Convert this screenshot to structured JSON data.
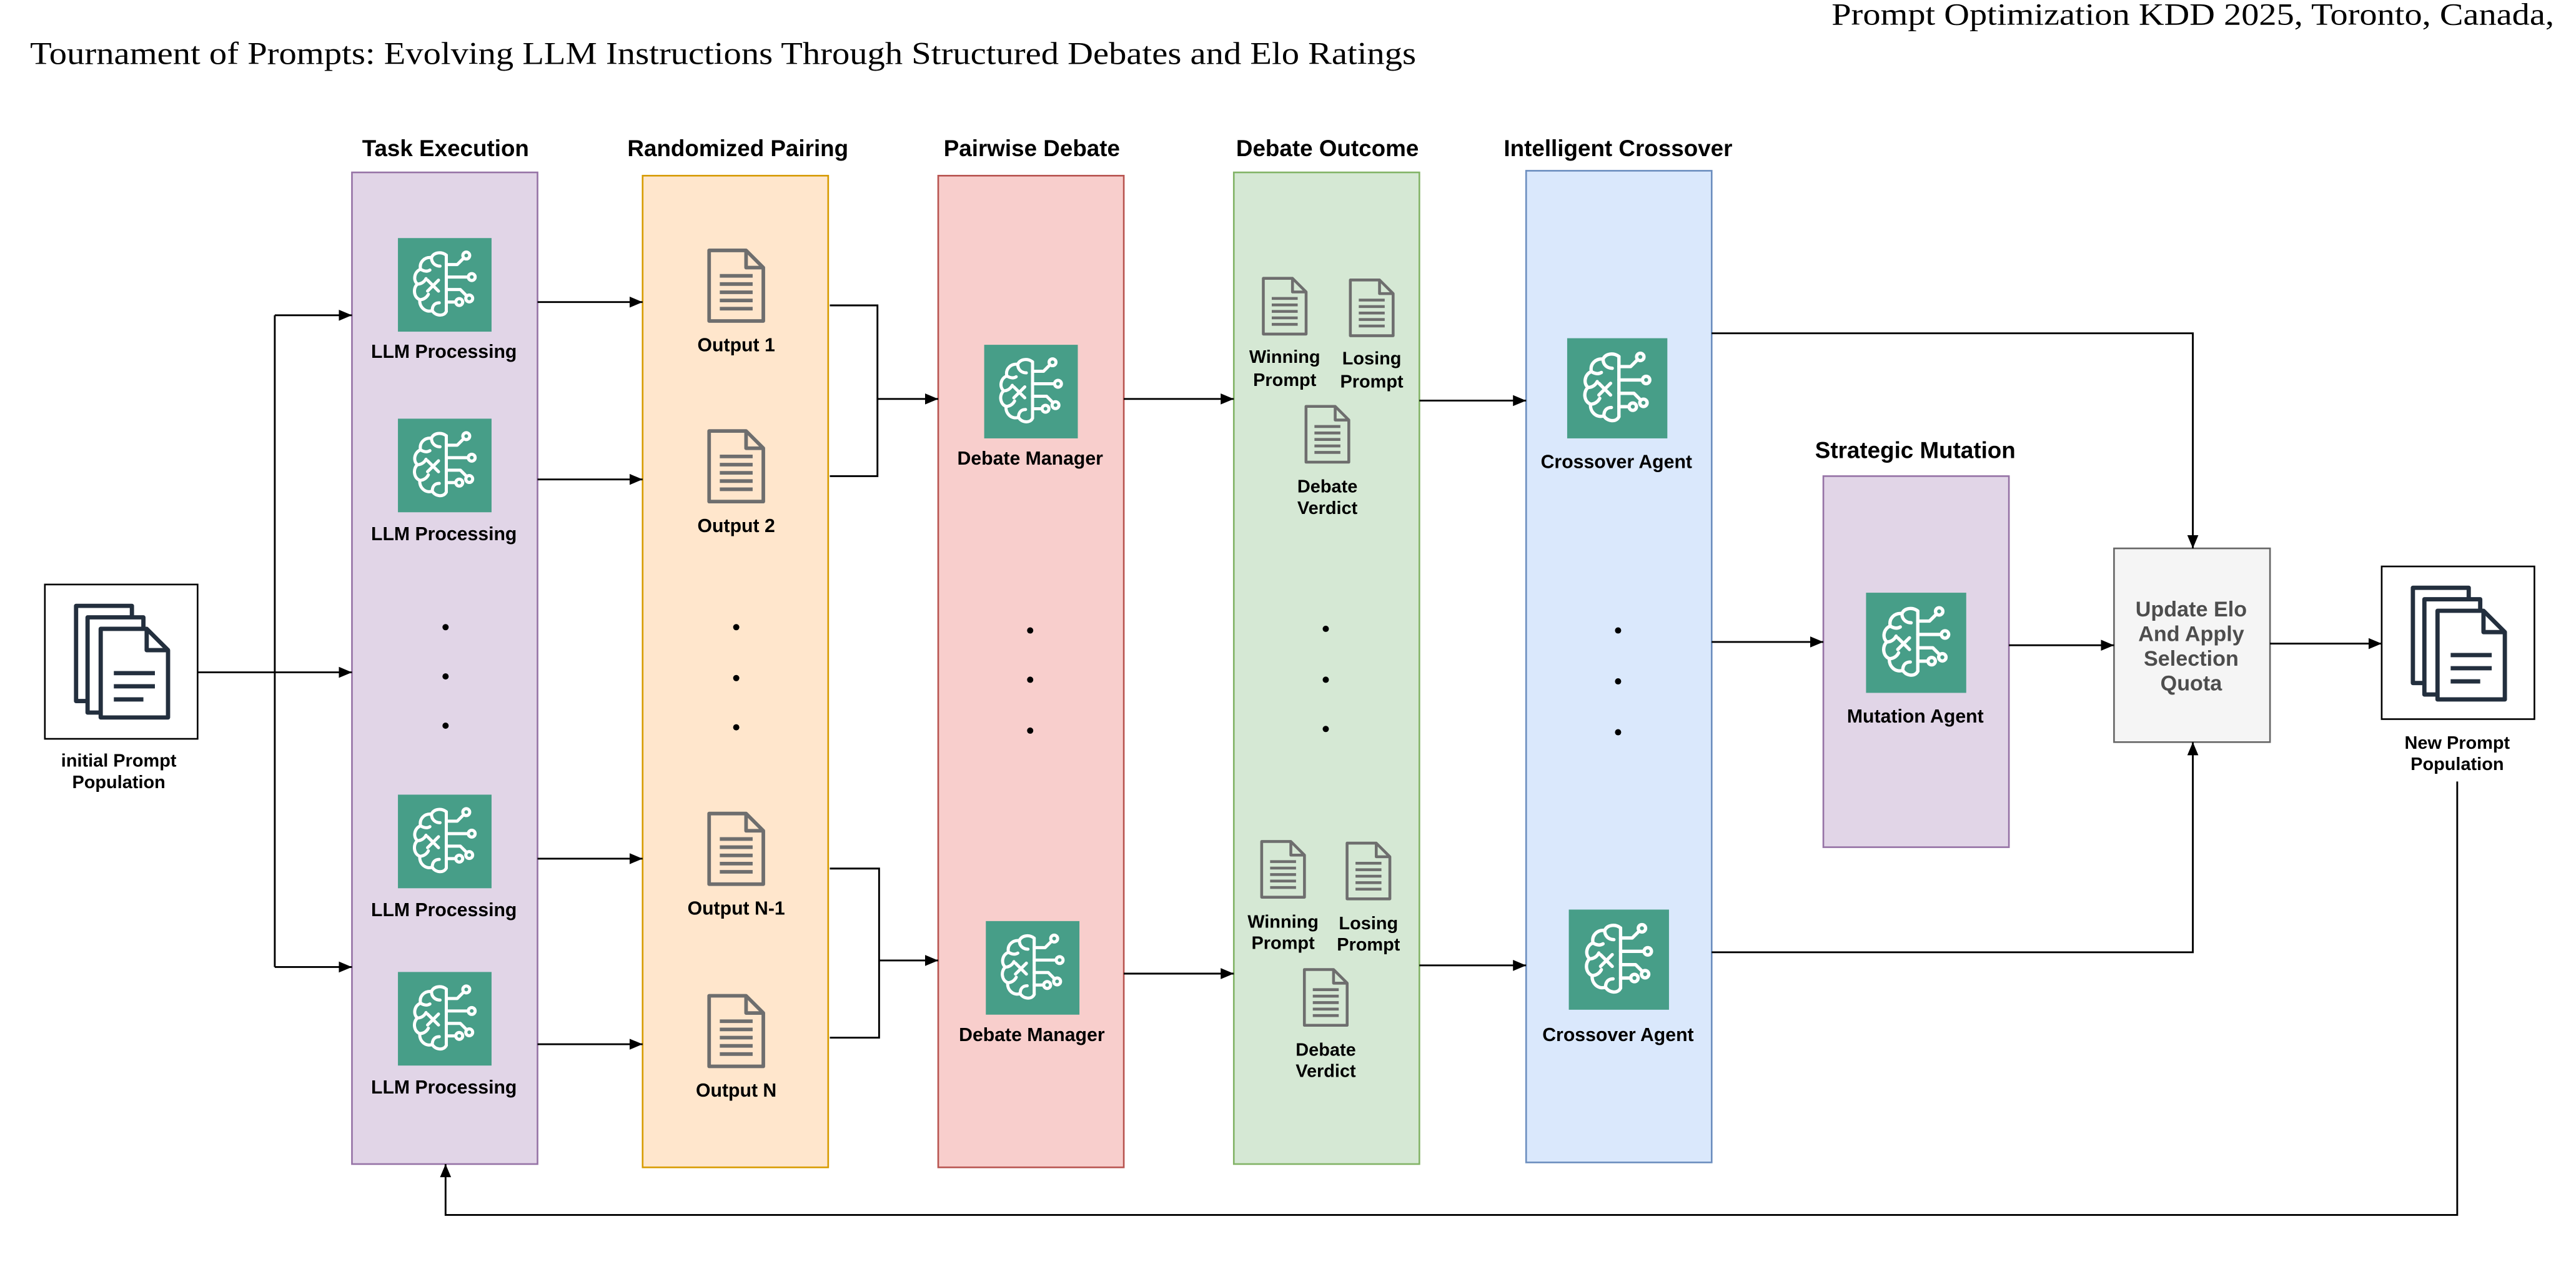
{
  "header": {
    "running_head": "Prompt Optimization KDD 2025, Toronto, Canada,",
    "title": "Tournament of Prompts: Evolving LLM Instructions Through Structured Debates and Elo Ratings"
  },
  "diagram": {
    "initial_population": {
      "lines": [
        "initial Prompt",
        "Population"
      ],
      "icon": "documents-stack-icon"
    },
    "stages": {
      "task_execution": {
        "title": "Task Execution",
        "fill": "#e1d5e7",
        "stroke": "#9673a6",
        "nodes": [
          "LLM Processing",
          "LLM Processing",
          "LLM Processing",
          "LLM Processing"
        ],
        "node_icon": "brain-circuit-icon"
      },
      "randomized_pairing": {
        "title": "Randomized Pairing",
        "fill": "#ffe6cc",
        "stroke": "#d79b00",
        "nodes": [
          "Output 1",
          "Output 2",
          "Output N-1",
          "Output N"
        ],
        "node_icon": "document-icon"
      },
      "pairwise_debate": {
        "title": "Pairwise Debate",
        "fill": "#f8cecc",
        "stroke": "#b85450",
        "nodes": [
          "Debate Manager",
          "Debate Manager"
        ],
        "node_icon": "brain-circuit-icon"
      },
      "debate_outcome": {
        "title": "Debate Outcome",
        "fill": "#d5e8d4",
        "stroke": "#82b366",
        "groups": [
          {
            "winning": [
              "Winning",
              "Prompt"
            ],
            "losing": [
              "Losing",
              "Prompt"
            ],
            "verdict": [
              "Debate",
              "Verdict"
            ]
          },
          {
            "winning": [
              "Winning",
              "Prompt"
            ],
            "losing": [
              "Losing",
              "Prompt"
            ],
            "verdict": [
              "Debate",
              "Verdict"
            ]
          }
        ],
        "node_icon": "document-icon"
      },
      "intelligent_crossover": {
        "title": "Intelligent Crossover",
        "fill": "#dae8fc",
        "stroke": "#6c8ebf",
        "nodes": [
          "Crossover Agent",
          "Crossover Agent"
        ],
        "node_icon": "brain-circuit-icon"
      },
      "strategic_mutation": {
        "title": "Strategic Mutation",
        "fill": "#e1d5e7",
        "stroke": "#9673a6",
        "nodes": [
          "Mutation Agent"
        ],
        "node_icon": "brain-circuit-icon"
      }
    },
    "update_elo": {
      "lines": [
        "Update Elo",
        "And Apply",
        "Selection",
        "Quota"
      ],
      "fill": "#f5f5f5",
      "stroke": "#666666",
      "text_color": "#4d4d4d"
    },
    "new_population": {
      "lines": [
        "New Prompt",
        "Population"
      ],
      "icon": "documents-stack-icon"
    },
    "colors": {
      "agent_tile": "#479e88",
      "document_icon": "#6e6e6e",
      "population_icon": "#232f3e",
      "arrow": "#000000"
    }
  }
}
